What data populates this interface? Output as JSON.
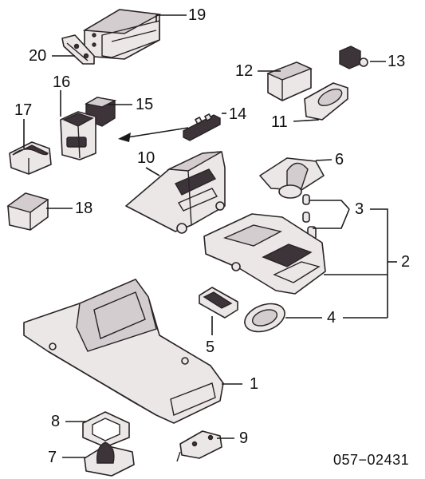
{
  "callouts": {
    "c1": "1",
    "c2": "2",
    "c3": "3",
    "c4": "4",
    "c5": "5",
    "c6": "6",
    "c7": "7",
    "c8": "8",
    "c9": "9",
    "c10": "10",
    "c11": "11",
    "c12": "12",
    "c13": "13",
    "c14": "14",
    "c15": "15",
    "c16": "16",
    "c17": "17",
    "c18": "18",
    "c19": "19",
    "c20": "20"
  },
  "diagram_code": "057−02431",
  "colors": {
    "ink": "#2a2326",
    "part_fill": "#ebe7e7",
    "shade": "#3c3438"
  }
}
